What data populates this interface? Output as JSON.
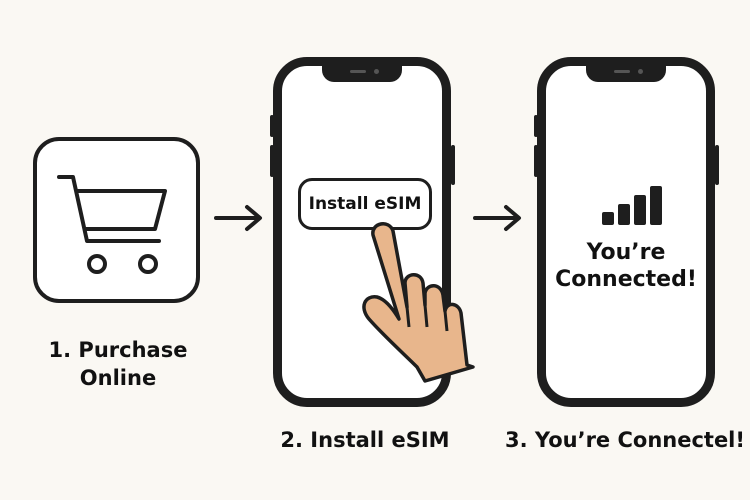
{
  "steps": [
    {
      "label_line1": "1. Purchase",
      "label_line2": "Online",
      "icon": "shopping-cart-icon"
    },
    {
      "label": "2. Install eSIM",
      "button_label": "Install eSIM",
      "icon": "pointing-hand-icon"
    },
    {
      "label": "3. You’re Connectel!",
      "screen_line1": "You’re",
      "screen_line2": "Connected!",
      "icon": "signal-bars-icon"
    }
  ],
  "colors": {
    "background": "#faf8f3",
    "stroke": "#1e1e1e",
    "skin": "#e8b68c"
  }
}
